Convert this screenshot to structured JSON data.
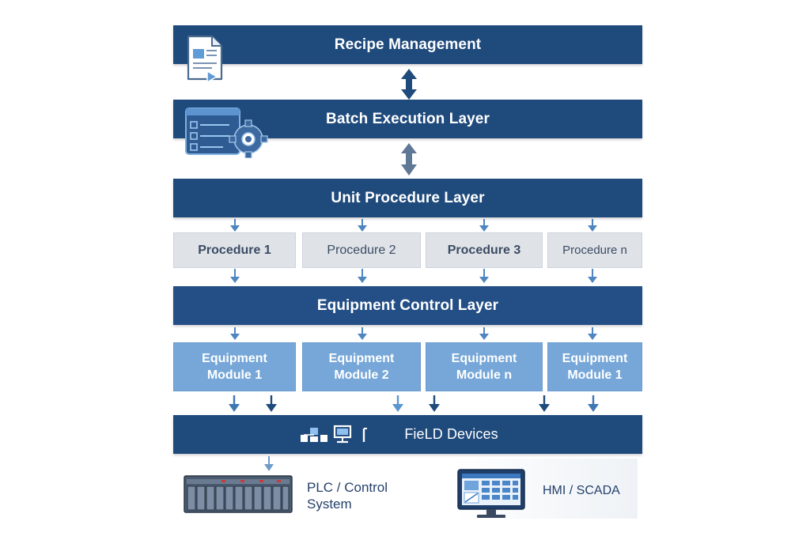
{
  "layers": {
    "recipe": "Recipe Management",
    "batch": "Batch Execution Layer",
    "unit": "Unit Procedure Layer",
    "equipment": "Equipment Control Layer",
    "field": "FieLD Devices"
  },
  "procedures": [
    "Procedure 1",
    "Procedure 2",
    "Procedure 3",
    "Procedure n"
  ],
  "modules": [
    {
      "line1": "Equipment",
      "line2": "Module 1"
    },
    {
      "line1": "Equipment",
      "line2": "Module 2"
    },
    {
      "line1": "Equipment",
      "line2": "Module n"
    },
    {
      "line1": "Equipment",
      "line2": "Module 1"
    }
  ],
  "systems": {
    "plc": {
      "line1": "PLC / Control",
      "line2": "System"
    },
    "hmi": "HMI / SCADA"
  },
  "icons": [
    "document-icon",
    "checklist-gear-icon",
    "network-icon",
    "monitor-icon",
    "device-icon",
    "plc-rack-icon",
    "hmi-monitor-icon"
  ],
  "colors": {
    "dark_bar": "#1f4a7c",
    "procedure_box": "#dfe3e8",
    "module_box": "#76a7d8",
    "arrow": "#4f86c0"
  }
}
